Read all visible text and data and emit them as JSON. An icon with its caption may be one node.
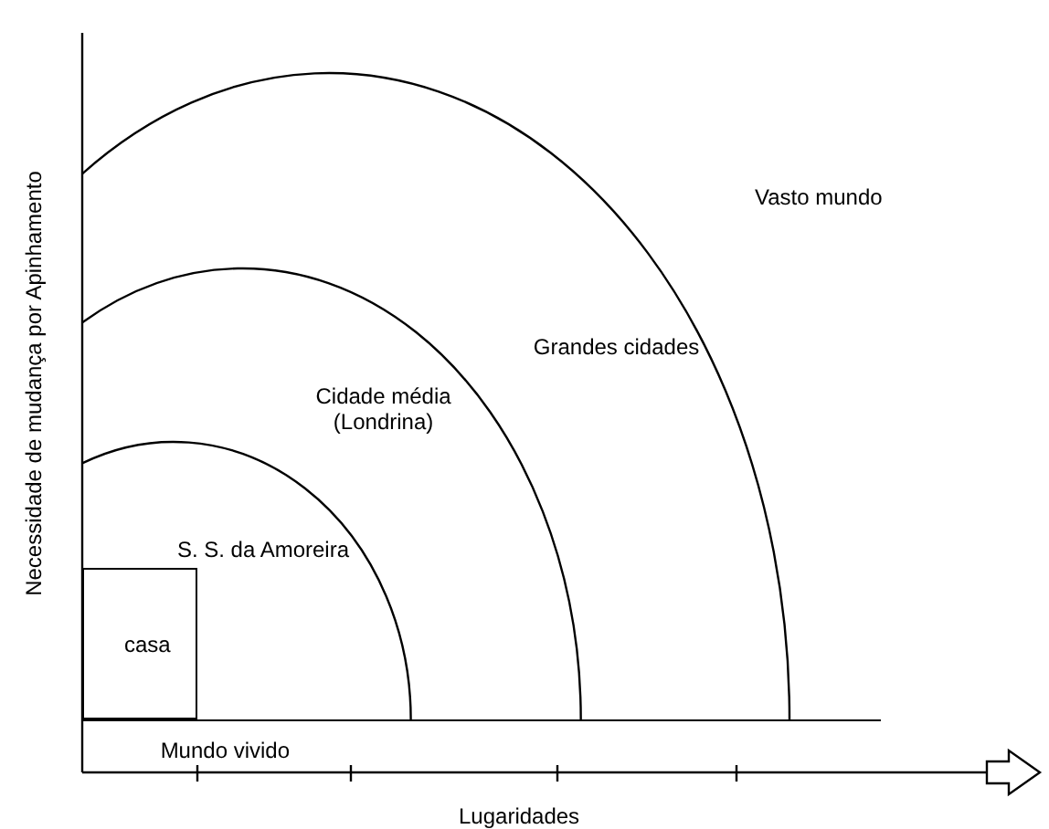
{
  "diagram": {
    "nodes": [
      {
        "text": [
          "Grandes cidades"
        ]
      },
      {
        "text": [
          "Cidade média (Londrina)"
        ],
        "in": 0
      },
      {
        "text": [
          "S. S. da Amoreira"
        ],
        "in": 1
      },
      {
        "text": [
          "casa"
        ],
        "in": 2
      },
      {
        "text": [
          "Mundo vivido"
        ]
      }
    ],
    "labels": [
      "Vasto mundo",
      "Necessidade de mudança por Apinhamento",
      "Lugaridades"
    ]
  }
}
